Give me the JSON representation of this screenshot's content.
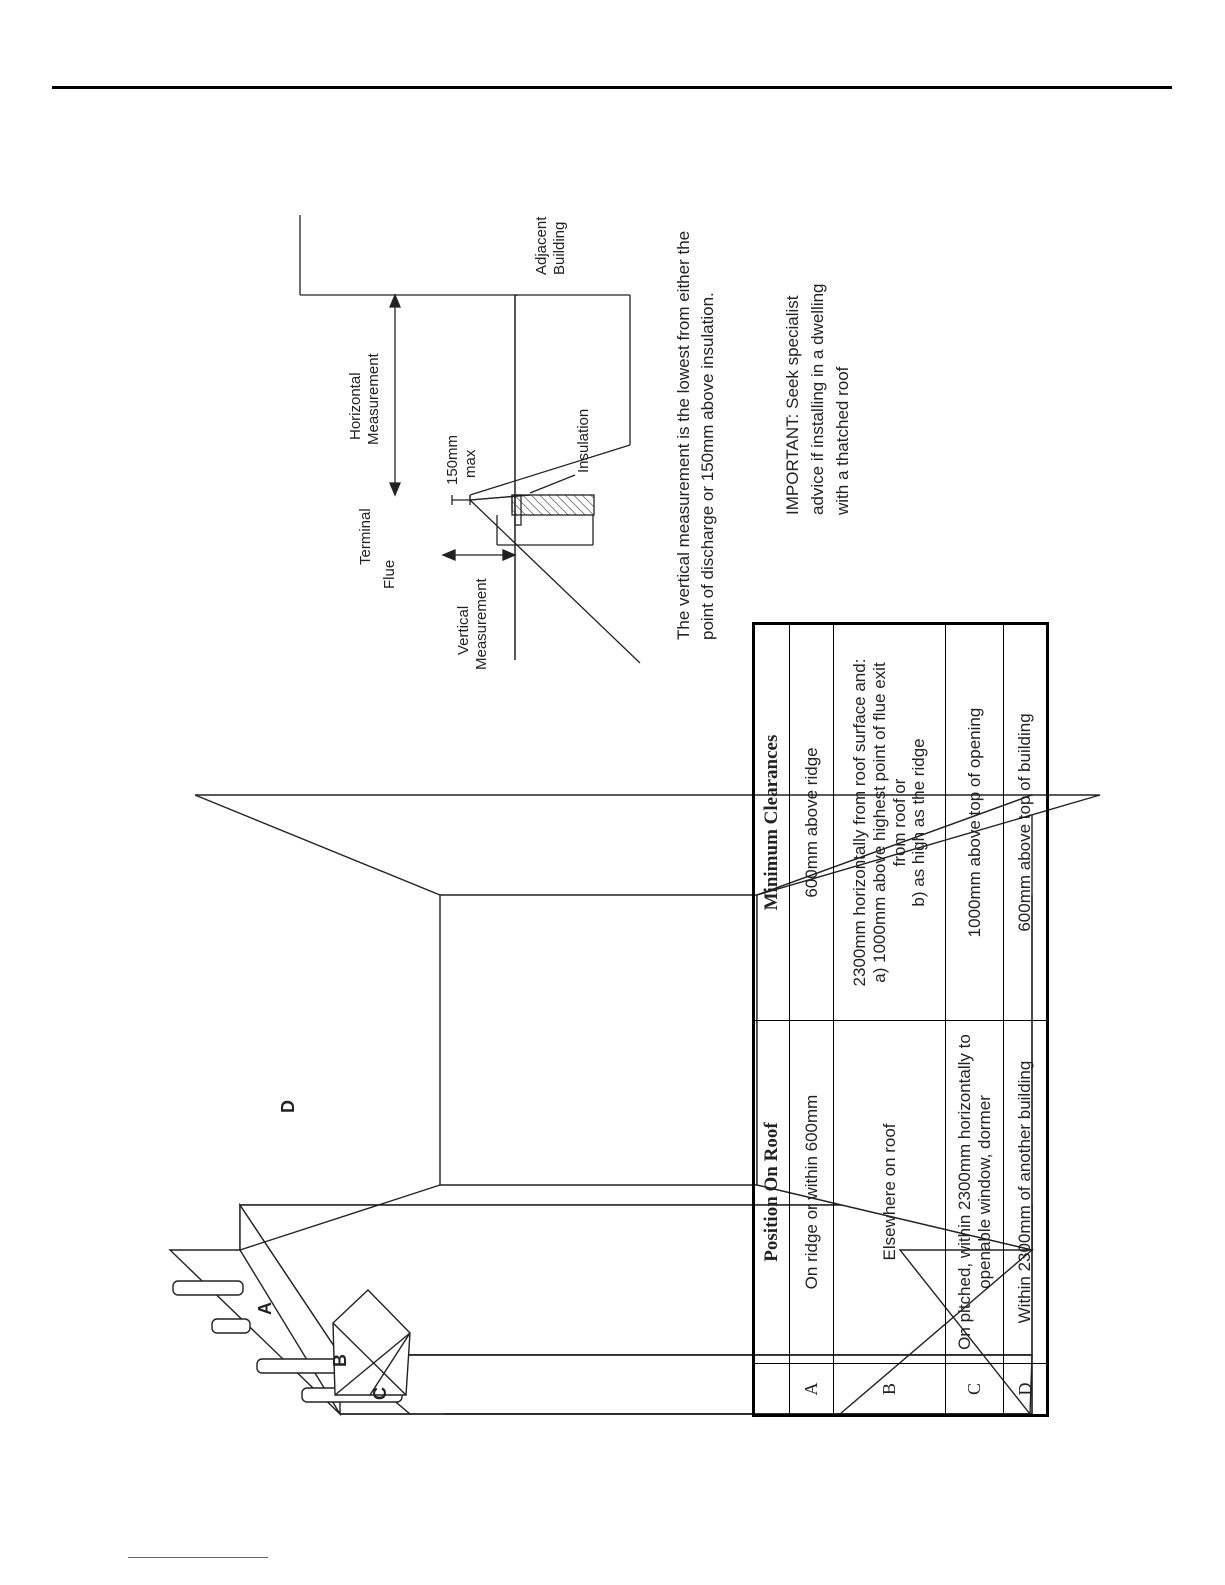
{
  "labels": {
    "A": "A",
    "B": "B",
    "C": "C",
    "D": "D",
    "horizontal_measurement_1": "Horizontal",
    "horizontal_measurement_2": "Measurement",
    "terminal": "Terminal",
    "flue": "Flue",
    "mm150": "150mm",
    "max": "max",
    "insulation": "Insulation",
    "adjacent": "Adjacent",
    "building": "Building",
    "vertical_1": "Vertical",
    "vertical_2": "Measurement"
  },
  "note_vertical": {
    "line1": "The vertical measurement is the lowest from either the",
    "line2": "point of discharge or 150mm above insulation."
  },
  "note_important": {
    "line1": "IMPORTANT: Seek specialist",
    "line2": "advice if installing in a dwelling",
    "line3": "with a thatched roof"
  },
  "table": {
    "header_position": "Position On Roof",
    "header_clearance": "Minimum Clearances",
    "rows": [
      {
        "key": "A",
        "position": "On ridge or within 600mm",
        "clearance": [
          "600mm above ridge"
        ]
      },
      {
        "key": "B",
        "position": "Elsewhere on roof",
        "clearance": [
          "2300mm horizontally from roof surface and:",
          "a) 1000mm above highest point of flue exit",
          "from roof or",
          "b) as high as the ridge"
        ]
      },
      {
        "key": "C",
        "position_lines": [
          "On pitched, within 2300mm horizontally to",
          "openable window, dormer"
        ],
        "clearance": [
          "1000mm above top of opening"
        ]
      },
      {
        "key": "D",
        "position": "Within 2300mm of another building",
        "clearance": [
          "600mm above top of building"
        ]
      }
    ]
  }
}
